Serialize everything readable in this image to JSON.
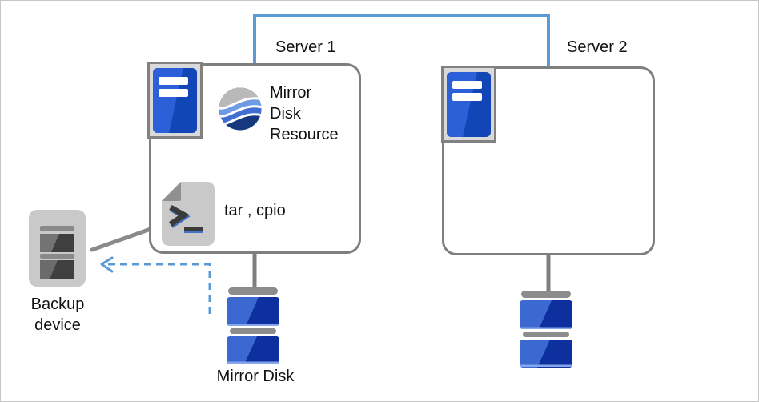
{
  "diagram_type": "mirror-disk-backup-architecture",
  "servers": [
    {
      "label": "Server 1"
    },
    {
      "label": "Server 2"
    }
  ],
  "server1_contents": {
    "mirror_disk_resource": "Mirror Disk Resource",
    "backup_commands": "tar , cpio"
  },
  "backup_device": {
    "label": "Backup device"
  },
  "mirror_disk": {
    "label": "Mirror Disk"
  },
  "icons": {
    "server": "server-tower-icon",
    "mirror_disk_resource": "wave-sphere-icon",
    "backup_commands": "script-file-icon",
    "backup_device": "tape-drive-icon",
    "mirror_disk": "disk-stack-icon",
    "interconnect": "blue-connection-line",
    "backup_flow": "blue-dashed-arrow"
  },
  "colors": {
    "interconnect_blue": "#5b9bd5",
    "dashed_arrow_blue": "#5b9bd5",
    "box_border_gray": "#7f7f7f",
    "server_icon_blue": "#1245b5",
    "server_icon_blue_light": "#2b60d9",
    "disk_blue_light": "#3b69d1",
    "disk_blue_dark": "#0e2f9e",
    "device_gray": "#c9c9c9",
    "connector_gray": "#8a8a8a",
    "text": "#111111"
  }
}
